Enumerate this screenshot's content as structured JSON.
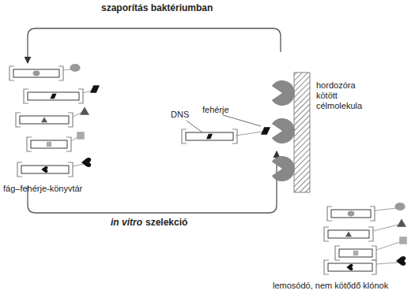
{
  "diagram": {
    "labels": [
      "szaporítás baktériumban",
      "DNS",
      "fehérje",
      "hordozóra kötött célmolekula",
      "fág–fehérje-könyvtár",
      "in vitro",
      "szelekció",
      "lemosódó, nem kötődő klónok"
    ]
  }
}
